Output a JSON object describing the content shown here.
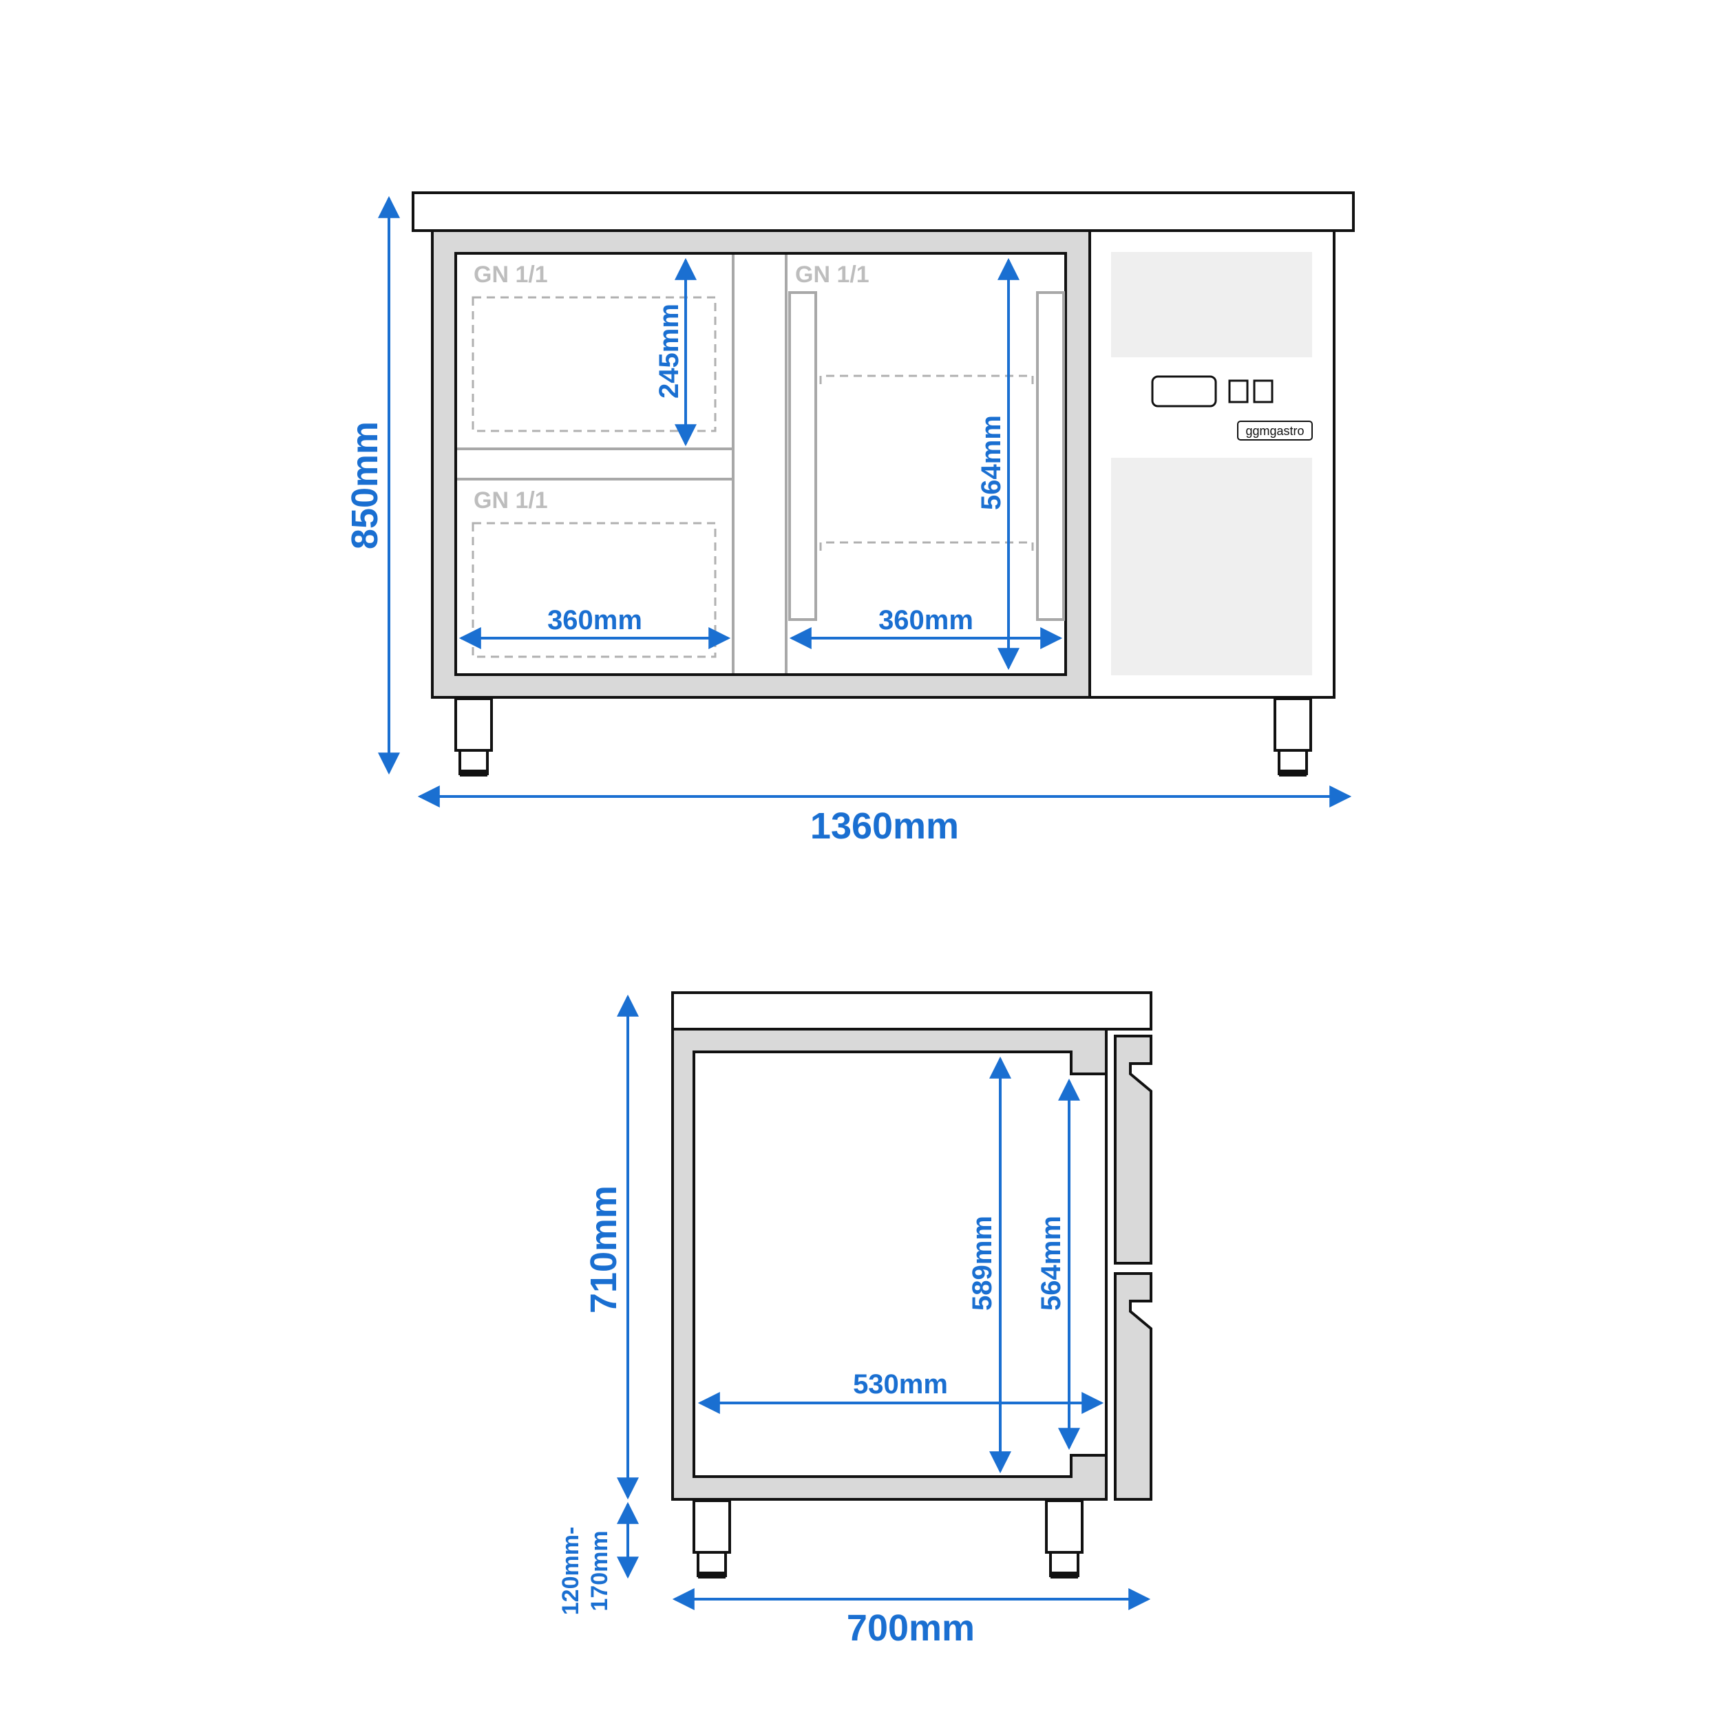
{
  "front_view": {
    "compartments": [
      {
        "label": "GN 1/1"
      },
      {
        "label": "GN 1/1"
      },
      {
        "label": "GN 1/1"
      }
    ],
    "brand": "ggmgastro",
    "dimensions": {
      "height_total": "850mm",
      "width_total": "1360mm",
      "drawer_height": "245mm",
      "inner_height": "564mm",
      "left_width": "360mm",
      "right_width": "360mm"
    }
  },
  "side_view": {
    "dimensions": {
      "body_height": "710mm",
      "leg_height_line1": "120mm-",
      "leg_height_line2": "170mm",
      "inner_height_a": "589mm",
      "inner_height_b": "564mm",
      "inner_depth": "530mm",
      "depth_total": "700mm"
    }
  },
  "colors": {
    "dimension": "#1a6fd1",
    "outline": "#111111",
    "steel": "#d9d9d9"
  }
}
